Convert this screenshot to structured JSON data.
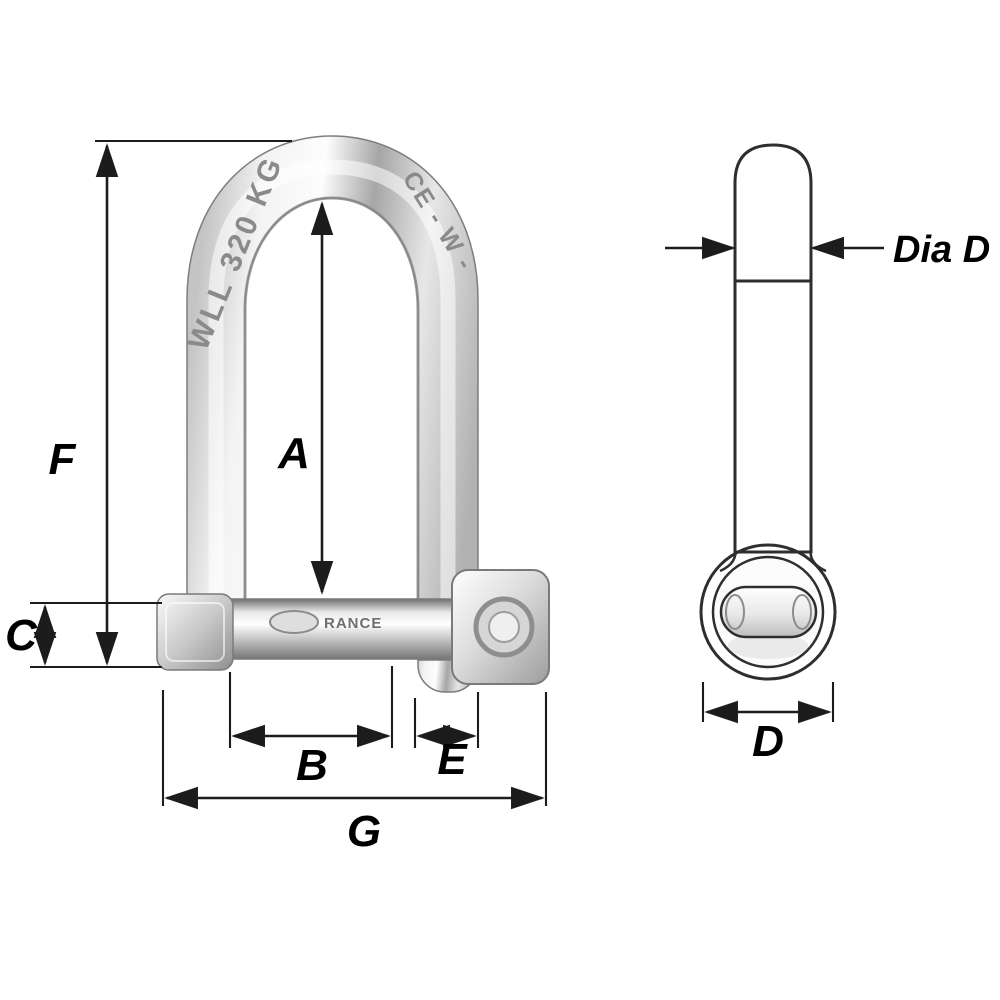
{
  "labels": {
    "A": "A",
    "B": "B",
    "C": "C",
    "D": "D",
    "E": "E",
    "F": "F",
    "G": "G",
    "dia_d": "Dia D"
  },
  "markings": {
    "wll": "WLL 320 KG",
    "ce": "CE - W -",
    "pin_brand": "RANCE"
  },
  "colors": {
    "dimension_line": "#1c1c1c",
    "label_text": "#000000",
    "drawing_outline": "#2e2e2e",
    "metal_light": "#f5f5f5",
    "metal_mid": "#b5b5b5",
    "metal_dark": "#8a8a8a",
    "engraving_text": "#8a8a8a",
    "background": "#ffffff"
  }
}
